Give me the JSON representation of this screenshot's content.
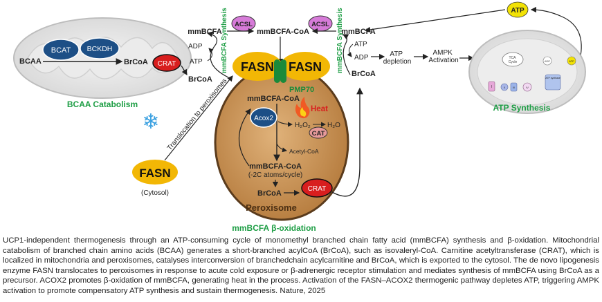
{
  "labels": {
    "bcaa": "BCAA",
    "bcat": "BCAT",
    "bckdh": "BCKDH",
    "brcoa_mito": "BrCoA",
    "crat_mito": "CRAT",
    "bcaa_catabolism": "BCAA Catabolism",
    "adp_left": "ADP",
    "atp_left": "ATP",
    "brcoa_left": "BrCoA",
    "mmbcfa_synthesis_left": "mmBCFA Synthesis",
    "mmbcfa_left": "mmBCFA",
    "acsl_left": "ACSL",
    "mmbcfa_coa_top": "mmBCFA-CoA",
    "acsl_right": "ACSL",
    "mmbcfa_right": "mmBCFA",
    "fasn_left": "FASN",
    "fasn_right": "FASN",
    "mmbcfa_synthesis_right": "mmBCFA Synthesis",
    "atp_right": "ATP",
    "adp_right": "ADP",
    "brcoa_right": "BrCoA",
    "atp_depletion": "ATP depletion",
    "ampk_activation": "AMPK Activation",
    "atp_top": "ATP",
    "atp_synthesis": "ATP Synthesis",
    "pmp70": "PMP70",
    "mmbcfa_coa_perox": "mmBCFA-CoA",
    "acox2": "Acox2",
    "heat": "Heat",
    "h2o2": "H₂O₂",
    "h2o": "H₂O",
    "cat": "CAT",
    "acetyl_coa": "Acetyl-CoA",
    "mmbcfa_coa_lower": "mmBCFA-CoA",
    "two_c": "(-2C atoms/cycle)",
    "brcoa_perox": "BrCoA",
    "crat_perox": "CRAT",
    "peroxisome": "Peroxisome",
    "beta_oxidation": "mmBCFA β-oxidation",
    "translocation": "Translocation to peroxisomes",
    "fasn_cytosol": "FASN",
    "cytosol": "(Cytosol)",
    "snowflake": "❄",
    "tca_cycle": "TCA Cycle",
    "adp_small": "ADP",
    "atp_small": "ATP",
    "atp_synthase": "ATP synthase",
    "complex_1": "I",
    "complex_2": "II",
    "complex_3": "III",
    "complex_4": "IV"
  },
  "caption": "UCP1-independent thermogenesis through an ATP-consuming cycle of monomethyl branched chain fatty acid (mmBCFA) synthesis and β-oxidation. Mitochondrial catabolism of branched chain amino acids (BCAA) generates a short-branched acylCoA (BrCoA), such as isovaleryl-CoA. Carnitine acetyltransferase (CRAT), which is localized in mitochondria and peroxisomes, catalyses interconversion of branchedchain acylcarnitine and BrCoA, which is exported to the cytosol. The de novo lipogenesis enzyme FASN translocates to peroxisomes in response to acute cold exposure or β-adrenergic receptor stimulation and mediates synthesis of mmBCFA using BrCoA as a precursor. ACOX2 promotes β-oxidation of mmBCFA, generating heat in the process. Activation of the FASN–ACOX2 thermogenic pathway depletes ATP, triggering AMPK activation to promote compensatory ATP synthesis and sustain thermogenesis. Nature, 2025",
  "colors": {
    "fasn_fill": "#f2b705",
    "crat_fill": "#d81e1e",
    "acsl_fill": "#d67bd8",
    "enzyme_blue": "#1d4f86",
    "green_label": "#1e9e45",
    "peroxisome_fill": "#c8924e",
    "peroxisome_border": "#5a3b1c",
    "mito_fill": "#e2e2e2",
    "pmp70_green": "#1a8a3a",
    "snowflake": "#3aa0e0"
  }
}
